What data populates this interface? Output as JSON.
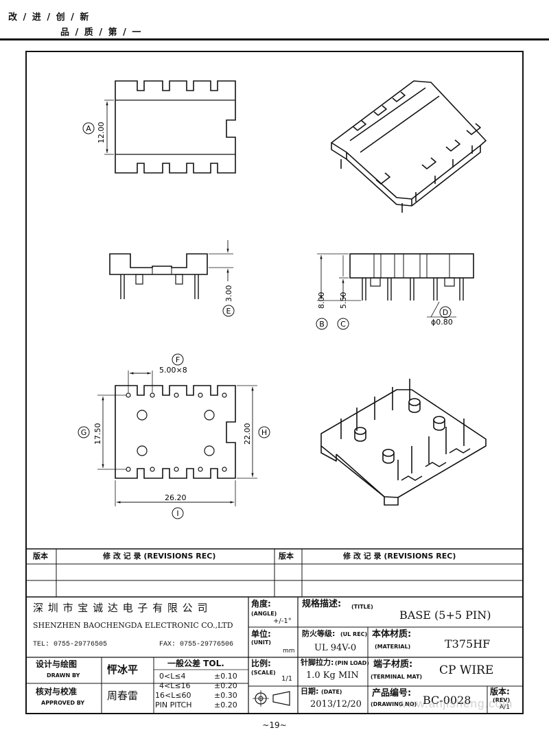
{
  "header": {
    "slogan_line1": "改 / 进 / 创 / 新",
    "slogan_line2": "品 / 质 / 第 / 一"
  },
  "dimensions": {
    "A": {
      "letter": "A",
      "value": "12.00"
    },
    "B": {
      "letter": "B",
      "value": "8.00"
    },
    "C": {
      "letter": "C",
      "value": "5.50"
    },
    "D": {
      "letter": "D",
      "value": "ϕ0.80"
    },
    "E": {
      "letter": "E",
      "value": "3.00"
    },
    "F": {
      "letter": "F",
      "value": "5.00×8"
    },
    "G": {
      "letter": "G",
      "value": "17.50"
    },
    "H": {
      "letter": "H",
      "value": "22.00"
    },
    "I": {
      "letter": "I",
      "value": "26.20"
    }
  },
  "revisions": {
    "col_version": "版本",
    "col_record": "修 改 记 录  (REVISIONS REC)"
  },
  "company": {
    "name_cn": "深 圳 市 宝 诚 达 电 子 有 限 公 司",
    "name_en": "SHENZHEN BAOCHENGDA ELECTRONIC CO.,LTD",
    "tel": "TEL: 0755-29776505",
    "fax": "FAX: 0755-29776506"
  },
  "drawn_by": {
    "label_cn": "设计与绘图",
    "label_en": "DRAWN BY",
    "name": "怦冰平"
  },
  "approved_by": {
    "label_cn": "核对与校准",
    "label_en": "APPROVED BY",
    "name": "周春雷"
  },
  "tolerance": {
    "title": "一般公差 TOL.",
    "rows": [
      {
        "range": "0<L≤4",
        "value": "±0.10"
      },
      {
        "range": "4<L≤16",
        "value": "±0.20"
      },
      {
        "range": "16<L≤60",
        "value": "±0.30"
      },
      {
        "range": "PIN PITCH",
        "value": "±0.20"
      }
    ]
  },
  "angle": {
    "label_cn": "角度:",
    "label_en": "(ANGLE)",
    "value": "+/-1°"
  },
  "unit": {
    "label_cn": "单位:",
    "label_en": "(UNIT)",
    "value": "mm"
  },
  "scale": {
    "label_cn": "比例:",
    "label_en": "(SCALE)",
    "value": "1/1"
  },
  "title_field": {
    "label_cn": "规格描述:",
    "label_en": "(TITLE)",
    "value": "BASE (5+5 PIN)"
  },
  "ul_rec": {
    "label_cn": "防火等级:",
    "label_en": "(UL REC)",
    "value": "UL 94V-0"
  },
  "material": {
    "label_cn": "本体材质:",
    "label_en": "(MATERIAL)",
    "value": "T375HF"
  },
  "pin_load": {
    "label_cn": "针脚拉力:",
    "label_en": "(PIN LOAD)",
    "value": "1.0 Kg MIN"
  },
  "terminal": {
    "label_cn": "端子材质:",
    "label_en": "(TERMINAL MAT)",
    "value": "CP WIRE"
  },
  "date": {
    "label_cn": "日期:",
    "label_en": "(DATE)",
    "value": "2013/12/20"
  },
  "drawing_no": {
    "label_cn": "产品编号:",
    "label_en": "(DRAWING NO)",
    "value": "BC-0028"
  },
  "rev": {
    "label_cn": "版本:",
    "label_en": "(REV)",
    "value": "A/1"
  },
  "watermark": "www.anjisheng.com",
  "page_number": "~19~"
}
